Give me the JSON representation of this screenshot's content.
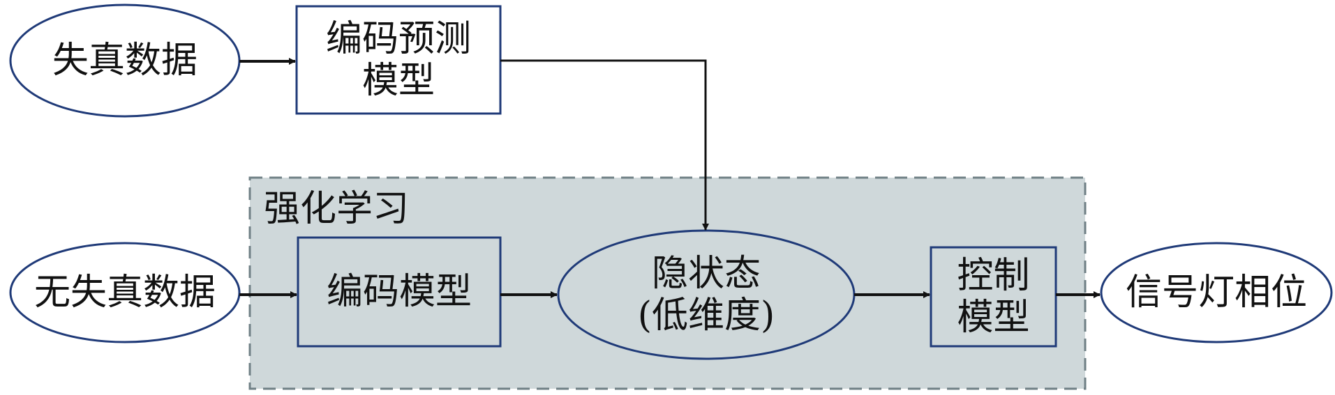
{
  "diagram": {
    "group": {
      "label": "强化学习",
      "fill": "#cfd8da",
      "border": "#6f7f85"
    },
    "nodes": {
      "distorted_data": "失真数据",
      "encode_predict_model": "编码预测\n模型",
      "undistorted_data": "无失真数据",
      "encode_model": "编码模型",
      "hidden_state": "隐状态\n(低维度)",
      "control_model": "控制\n模型",
      "signal_phase": "信号灯相位"
    },
    "edges": [
      {
        "from": "失真数据",
        "to": "编码预测模型"
      },
      {
        "from": "编码预测模型",
        "to": "隐状态(低维度)"
      },
      {
        "from": "无失真数据",
        "to": "编码模型"
      },
      {
        "from": "编码模型",
        "to": "隐状态(低维度)"
      },
      {
        "from": "隐状态(低维度)",
        "to": "控制模型"
      },
      {
        "from": "控制模型",
        "to": "信号灯相位"
      }
    ],
    "colors": {
      "node_border": "#1f3a78",
      "arrow": "#111111"
    }
  }
}
